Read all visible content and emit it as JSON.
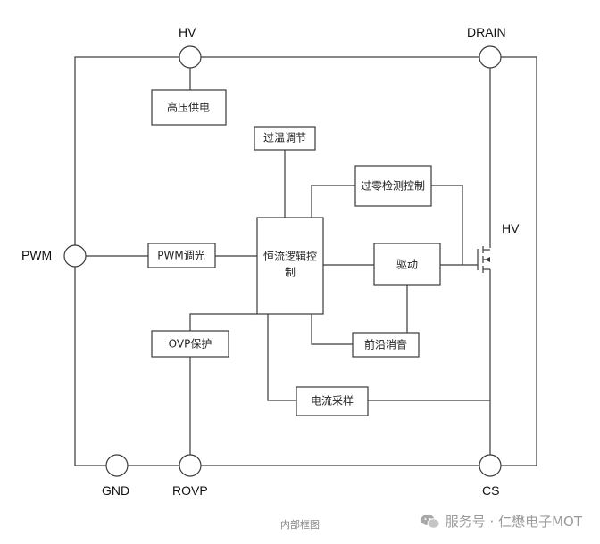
{
  "pins": {
    "hv_top": "HV",
    "drain": "DRAIN",
    "pwm": "PWM",
    "gnd": "GND",
    "rovp": "ROVP",
    "cs": "CS",
    "hv_mosfet": "HV"
  },
  "blocks": {
    "hv_supply": "高压供电",
    "over_temp": "过温调节",
    "zero_detect": "过零检测控制",
    "pwm_dim": "PWM调光",
    "logic_line1": "恒流逻辑控",
    "logic_line2": "制",
    "driver": "驱动",
    "ovp": "OVP保护",
    "leading_edge": "前沿消音",
    "current_sense": "电流采样"
  },
  "caption": "内部框图",
  "watermark": "服务号 · 仁懋电子MOT",
  "icons": {
    "watermark": "wechat-icon"
  }
}
